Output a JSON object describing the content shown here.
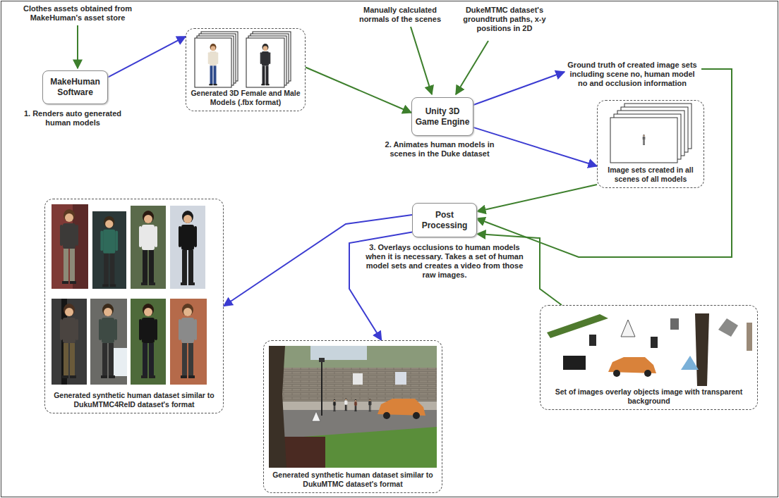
{
  "diagram": {
    "nodes": [
      {
        "text": [
          "MakeHuman Software",
          "1. Renders auto generated human models"
        ]
      },
      {
        "text": [
          "Generated 3D Female and Male Models (.fbx format)"
        ]
      },
      {
        "text": [
          "Unity 3D Game Engine",
          "2. Animates human models in scenes in the Duke dataset"
        ]
      },
      {
        "text": [
          "Image sets created in all scenes of all models"
        ]
      },
      {
        "text": [
          "Post Processing",
          "3. Overlays occlusions to human models when it is necessary. Takes a set of human model sets and creates a video from those raw images."
        ]
      },
      {
        "text": [
          "Generated synthetic human dataset similar to DukuMTMC4ReID dataset's format"
        ]
      },
      {
        "text": [
          "Set of images overlay objects image with transparent background"
        ]
      },
      {
        "text": [
          "Generated synthetic human dataset similar to DukuMTMC dataset's format"
        ]
      }
    ],
    "edges": [
      {
        "from": 0,
        "to": 1,
        "arrow": "to"
      },
      {
        "from": 1,
        "to": 2,
        "arrow": "to"
      },
      {
        "from": 2,
        "to": 3,
        "arrow": "to"
      },
      {
        "from": 3,
        "to": 4,
        "arrow": "to"
      },
      {
        "from": 4,
        "to": 5,
        "arrow": "to"
      },
      {
        "from": 4,
        "to": 7,
        "arrow": "to"
      },
      {
        "from": 6,
        "to": 4,
        "arrow": "to"
      }
    ],
    "labels": [
      "Clothes assets obtained from MakeHuman's asset store",
      "Manually calculated normals of the scenes",
      "DukeMTMC dataset's groundtruth paths, x-y positions in 2D",
      "Ground truth of created image sets including scene no, human model no and occlusion information"
    ]
  }
}
